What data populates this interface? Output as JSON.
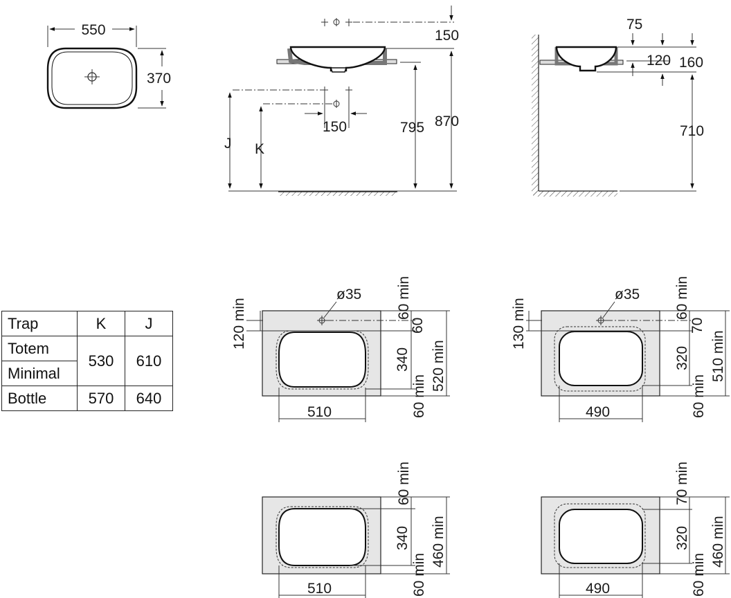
{
  "top_view": {
    "width": "550",
    "depth": "370"
  },
  "front_view": {
    "tap_offset": "150",
    "waste_offset": "150",
    "height_795": "795",
    "height_870": "870",
    "label_j": "J",
    "label_k": "K"
  },
  "side_view": {
    "d75": "75",
    "d120": "120",
    "d160": "160",
    "h710": "710"
  },
  "trap_table": {
    "headers": [
      "Trap",
      "K",
      "J"
    ],
    "rows": [
      {
        "trap": "Totem",
        "k": "530",
        "j": "610"
      },
      {
        "trap": "Minimal"
      },
      {
        "trap": "Bottle",
        "k": "570",
        "j": "640"
      }
    ]
  },
  "cutouts": {
    "oval_tap": {
      "hole": "ø35",
      "back_min": "120 min",
      "rear": "60 min",
      "tap_dist": "60",
      "length": "340",
      "total": "520 min",
      "front": "60 min",
      "width": "510"
    },
    "rect_tap": {
      "hole": "ø35",
      "back_min": "130 min",
      "rear": "60 min",
      "tap_dist": "70",
      "length": "320",
      "total": "510 min",
      "front": "60 min",
      "width": "490"
    },
    "oval_plain": {
      "rear": "60 min",
      "length": "340",
      "total": "460 min",
      "front": "60 min",
      "width": "510"
    },
    "rect_plain": {
      "rear": "70 min",
      "length": "320",
      "total": "460 min",
      "front": "60 min",
      "width": "490"
    }
  }
}
